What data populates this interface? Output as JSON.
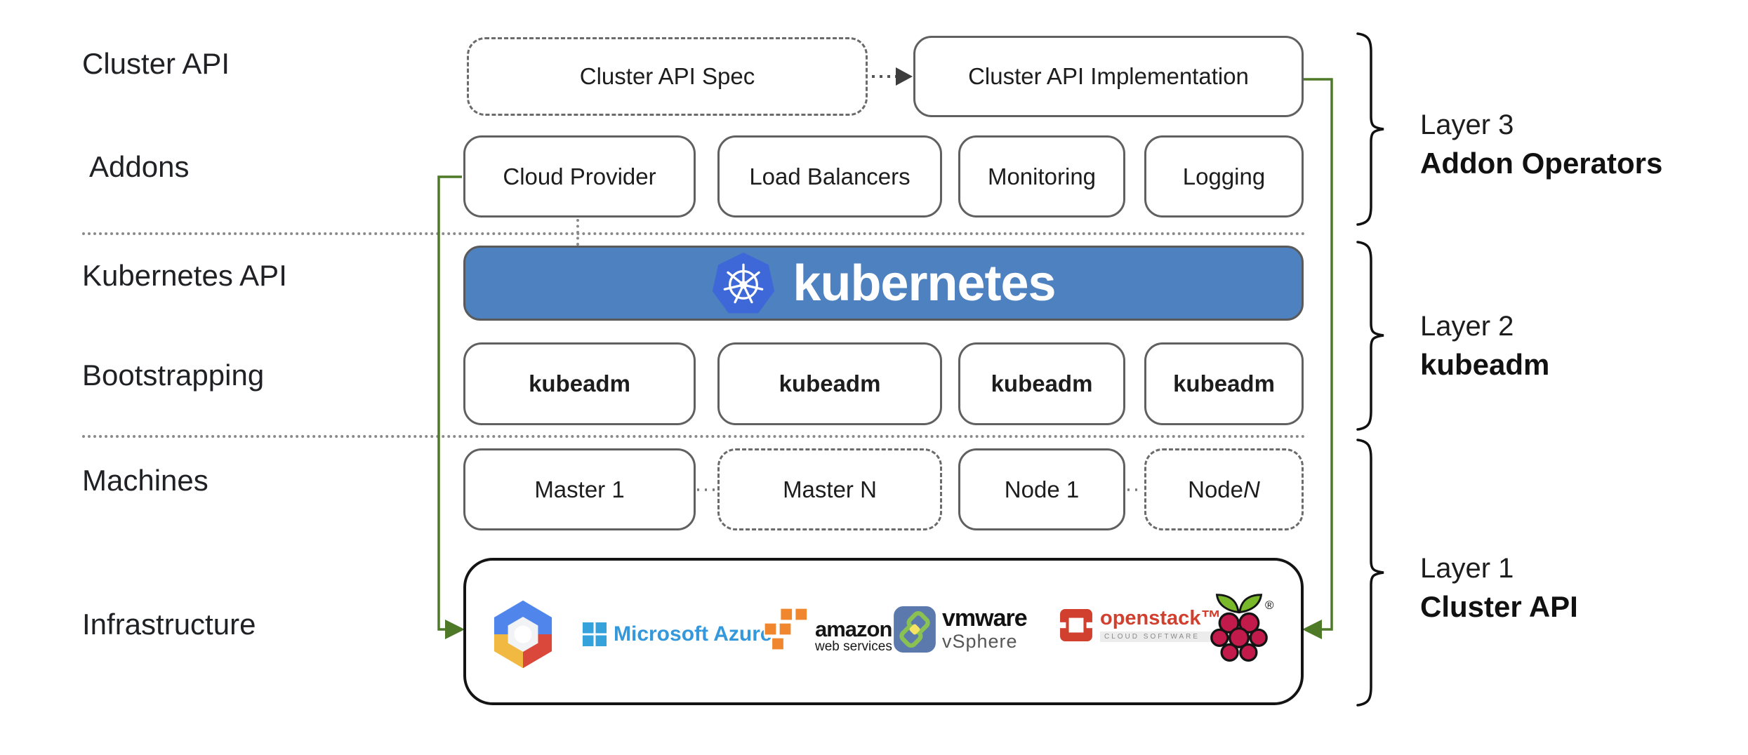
{
  "left_labels": {
    "cluster_api": "Cluster API",
    "addons": "Addons",
    "kubernetes_api": "Kubernetes API",
    "bootstrapping": "Bootstrapping",
    "machines": "Machines",
    "infrastructure": "Infrastructure"
  },
  "cluster_api_row": {
    "spec": "Cluster API Spec",
    "implementation": "Cluster API Implementation"
  },
  "addons_row": {
    "boxes": [
      "Cloud Provider",
      "Load Balancers",
      "Monitoring",
      "Logging"
    ]
  },
  "kubernetes_banner": {
    "label": "kubernetes",
    "logo": "kubernetes-wheel-icon"
  },
  "bootstrapping_row": {
    "boxes": [
      "kubeadm",
      "kubeadm",
      "kubeadm",
      "kubeadm"
    ]
  },
  "machines_row": {
    "master1": "Master 1",
    "masterN": "Master N",
    "node1": "Node 1",
    "nodeN_prefix": "Node ",
    "nodeN_suffix": "N"
  },
  "infrastructure_row": {
    "azure_text": "Microsoft Azure",
    "aws_text_top": "amazon",
    "aws_text_bottom": "web services",
    "vmware_text_top": "vmware",
    "vmware_text_bottom": "vSphere",
    "openstack_text": "openstack™",
    "openstack_sub": "CLOUD SOFTWARE",
    "raspberry_mark": "®"
  },
  "layer_labels": {
    "layer3": {
      "line1": "Layer 3",
      "line2": "Addon Operators"
    },
    "layer2": {
      "line1": "Layer 2",
      "line2": "kubeadm"
    },
    "layer1": {
      "line1": "Layer 1",
      "line2": "Cluster API"
    }
  },
  "colors": {
    "banner_blue": "#4e81bf",
    "k8s_logo_blue": "#3e68d8",
    "connector_green": "#4e7a28",
    "box_border_gray": "#606060",
    "azure_blue": "#3498db",
    "aws_orange": "#f0862d",
    "openstack_red": "#d1402f",
    "raspberry_crimson": "#c21a4a",
    "leaf_green": "#78b82a",
    "vmware_slate": "#5b79ac",
    "gcp_blue": "#5086ec",
    "gcp_red": "#d9483b",
    "gcp_yellow": "#f1b942"
  }
}
